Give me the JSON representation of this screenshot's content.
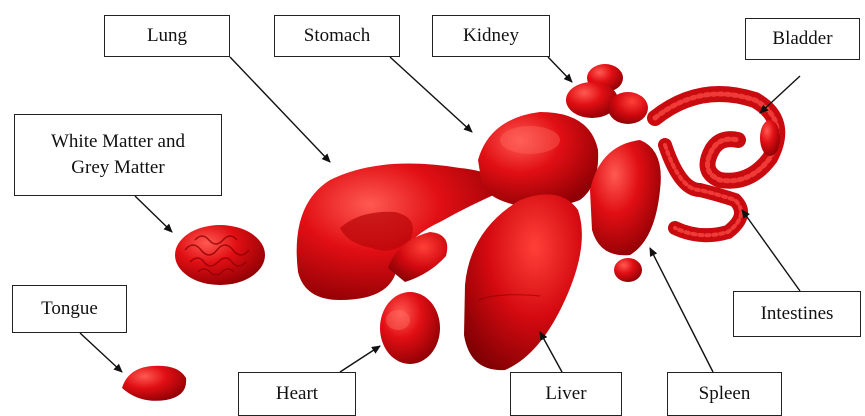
{
  "colors": {
    "organ": "#e10f14",
    "organ_dark": "#8f0004",
    "organ_light": "#ff5a52",
    "arrow": "#111111"
  },
  "labels": {
    "lung": "Lung",
    "stomach": "Stomach",
    "kidney": "Kidney",
    "bladder": "Bladder",
    "white_grey_matter_line1": "White Matter and",
    "white_grey_matter_line2": "Grey Matter",
    "tongue": "Tongue",
    "heart": "Heart",
    "liver": "Liver",
    "spleen": "Spleen",
    "intestines": "Intestines"
  }
}
